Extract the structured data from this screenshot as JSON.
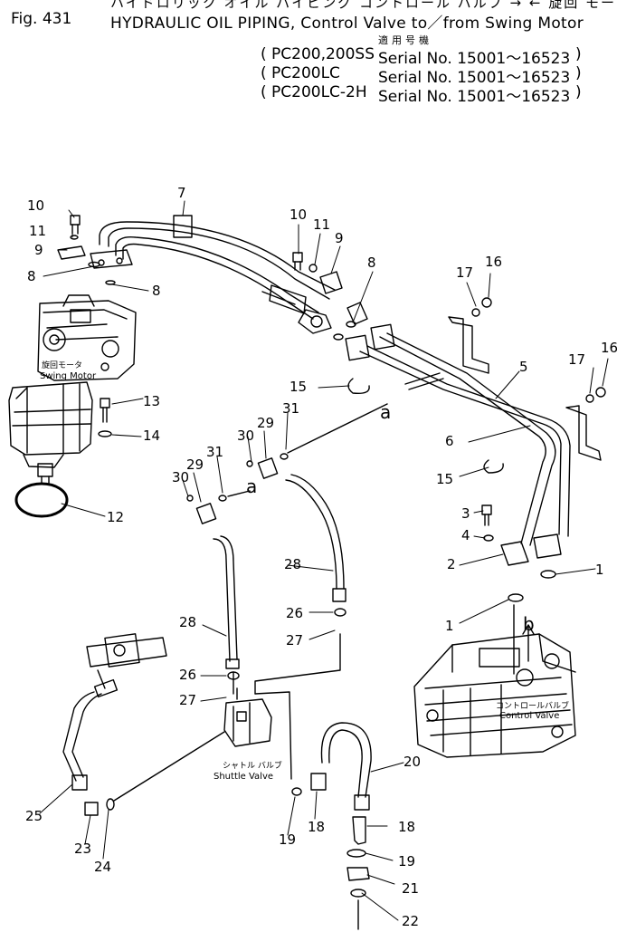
{
  "header": {
    "fig_no": "Fig. 431",
    "title_jp": "ハイドロリック オイル パイピング コントロール バルブ → ← 旋回 モータ",
    "title_en": "HYDRAULIC OIL PIPING, Control Valve to／from Swing Motor",
    "applicability_jp": "適用号機",
    "serials": [
      {
        "model": "PC200,200SS",
        "serial": "Serial No. 15001～16523"
      },
      {
        "model": "PC200LC",
        "serial": "Serial No. 15001～16523"
      },
      {
        "model": "PC200LC-2H",
        "serial": "Serial No. 15001～16523"
      }
    ]
  },
  "components": {
    "swing_motor": {
      "label_jp": "旋回モータ",
      "label_en": "Swing Motor"
    },
    "control_valve": {
      "label_jp": "コントロールバルブ",
      "label_en": "Control Valve"
    },
    "shuttle_valve": {
      "label_jp": "シャトル バルブ",
      "label_en": "Shuttle Valve"
    }
  },
  "refs": {
    "a1": "a",
    "a2": "a",
    "b": "b"
  },
  "callouts": {
    "c10a": "10",
    "c11a": "11",
    "c9a": "9",
    "c8a": "8",
    "c8b": "8",
    "c7": "7",
    "c10b": "10",
    "c11b": "11",
    "c9b": "9",
    "c8c": "8",
    "c17a": "17",
    "c16a": "16",
    "c5": "5",
    "c17b": "17",
    "c16b": "16",
    "c6": "6",
    "c15a": "15",
    "c15b": "15",
    "c13": "13",
    "c14": "14",
    "c12": "12",
    "c31a": "31",
    "c29a": "29",
    "c30a": "30",
    "c31b": "31",
    "c29b": "29",
    "c30b": "30",
    "c3": "3",
    "c4": "4",
    "c2": "2",
    "c1a": "1",
    "c1b": "1",
    "c28a": "28",
    "c26a": "26",
    "c27a": "27",
    "c28b": "28",
    "c26b": "26",
    "c27b": "27",
    "c20": "20",
    "c25": "25",
    "c23": "23",
    "c24": "24",
    "c19a": "19",
    "c18a": "18",
    "c18b": "18",
    "c19b": "19",
    "c21": "21",
    "c22": "22"
  }
}
